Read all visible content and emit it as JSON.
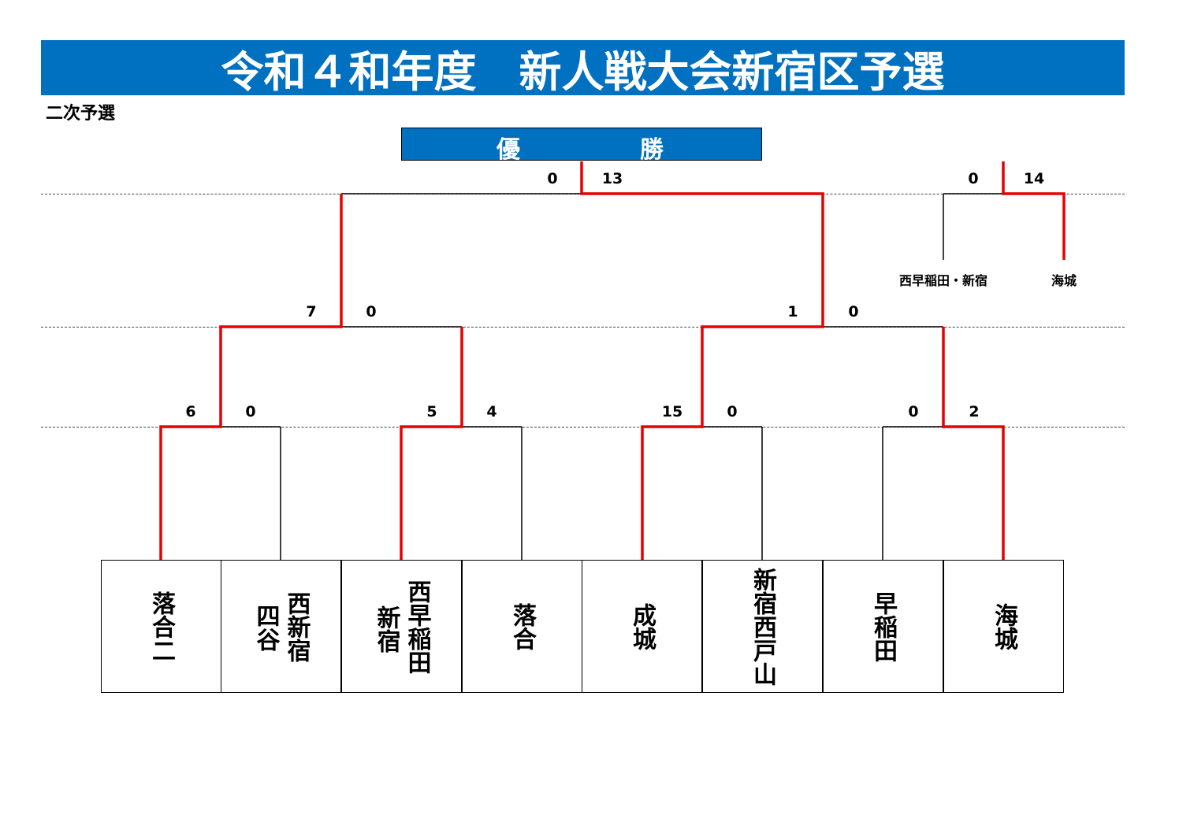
{
  "title": "令和４和年度　新人戦大会新宿区予選",
  "subtitle": "二次予選",
  "champion": {
    "left": "優",
    "right": "勝"
  },
  "colors": {
    "header": "#0070c0",
    "winner_line": "#e60000",
    "line": "#000000"
  },
  "teams": [
    {
      "lines": [
        "落合二"
      ]
    },
    {
      "lines": [
        "西新宿",
        "四谷"
      ]
    },
    {
      "lines": [
        "西早稲田",
        "新宿"
      ]
    },
    {
      "lines": [
        "落合"
      ]
    },
    {
      "lines": [
        "成城"
      ]
    },
    {
      "lines": [
        "新宿西戸山"
      ]
    },
    {
      "lines": [
        "早稲田"
      ]
    },
    {
      "lines": [
        "海城"
      ]
    }
  ],
  "round1_scores": [
    {
      "left": "6",
      "right": "0"
    },
    {
      "left": "5",
      "right": "4"
    },
    {
      "left": "15",
      "right": "0"
    },
    {
      "left": "0",
      "right": "2"
    }
  ],
  "semifinal_scores": [
    {
      "left": "7",
      "right": "0"
    },
    {
      "left": "1",
      "right": "0"
    }
  ],
  "final_score": {
    "left": "0",
    "right": "13"
  },
  "side_match": {
    "left_team": "西早稲田・新宿",
    "right_team": "海城",
    "left_score": "0",
    "right_score": "14"
  }
}
